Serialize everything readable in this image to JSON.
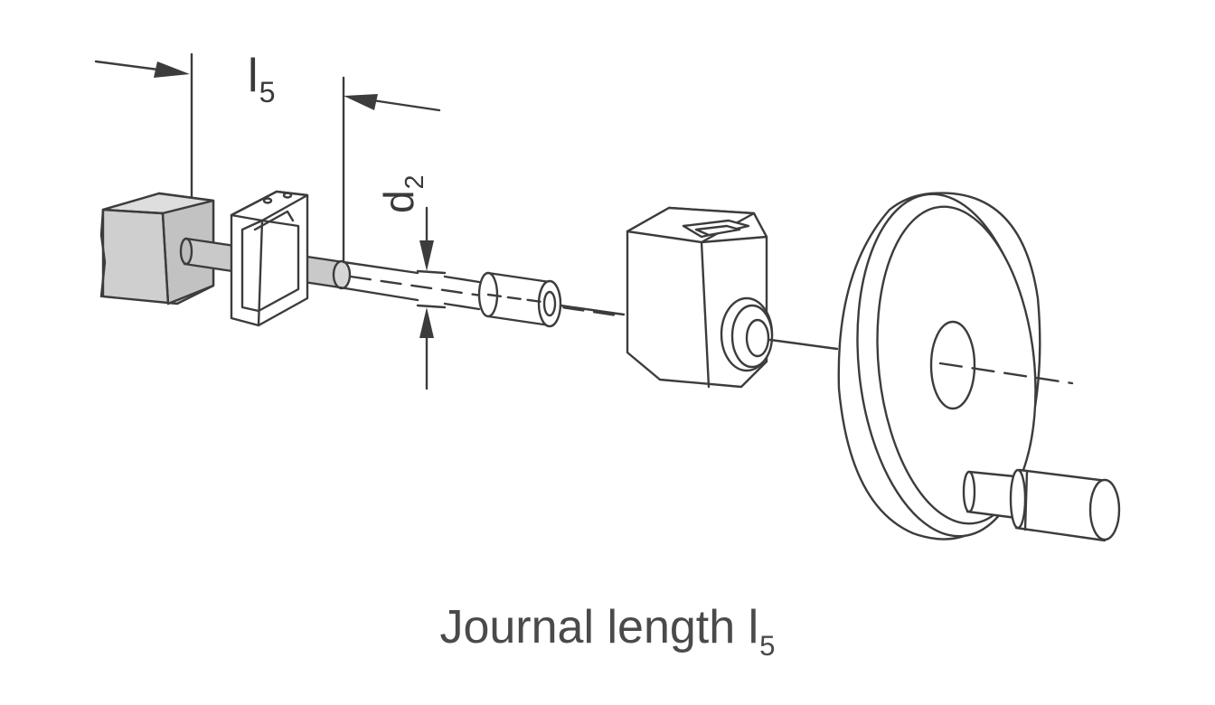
{
  "caption": {
    "text": "Journal length l",
    "subscript": "5"
  },
  "dimensions": {
    "length": {
      "symbol": "l",
      "subscript": "5"
    },
    "diameter": {
      "symbol": "d",
      "subscript": "2"
    }
  },
  "colors": {
    "line": "#3c3c3c",
    "shaft_fill": "#c9c9c9",
    "block_fill": "#cfcfcf",
    "part_fill": "#ffffff",
    "text": "#3a3a3a"
  }
}
